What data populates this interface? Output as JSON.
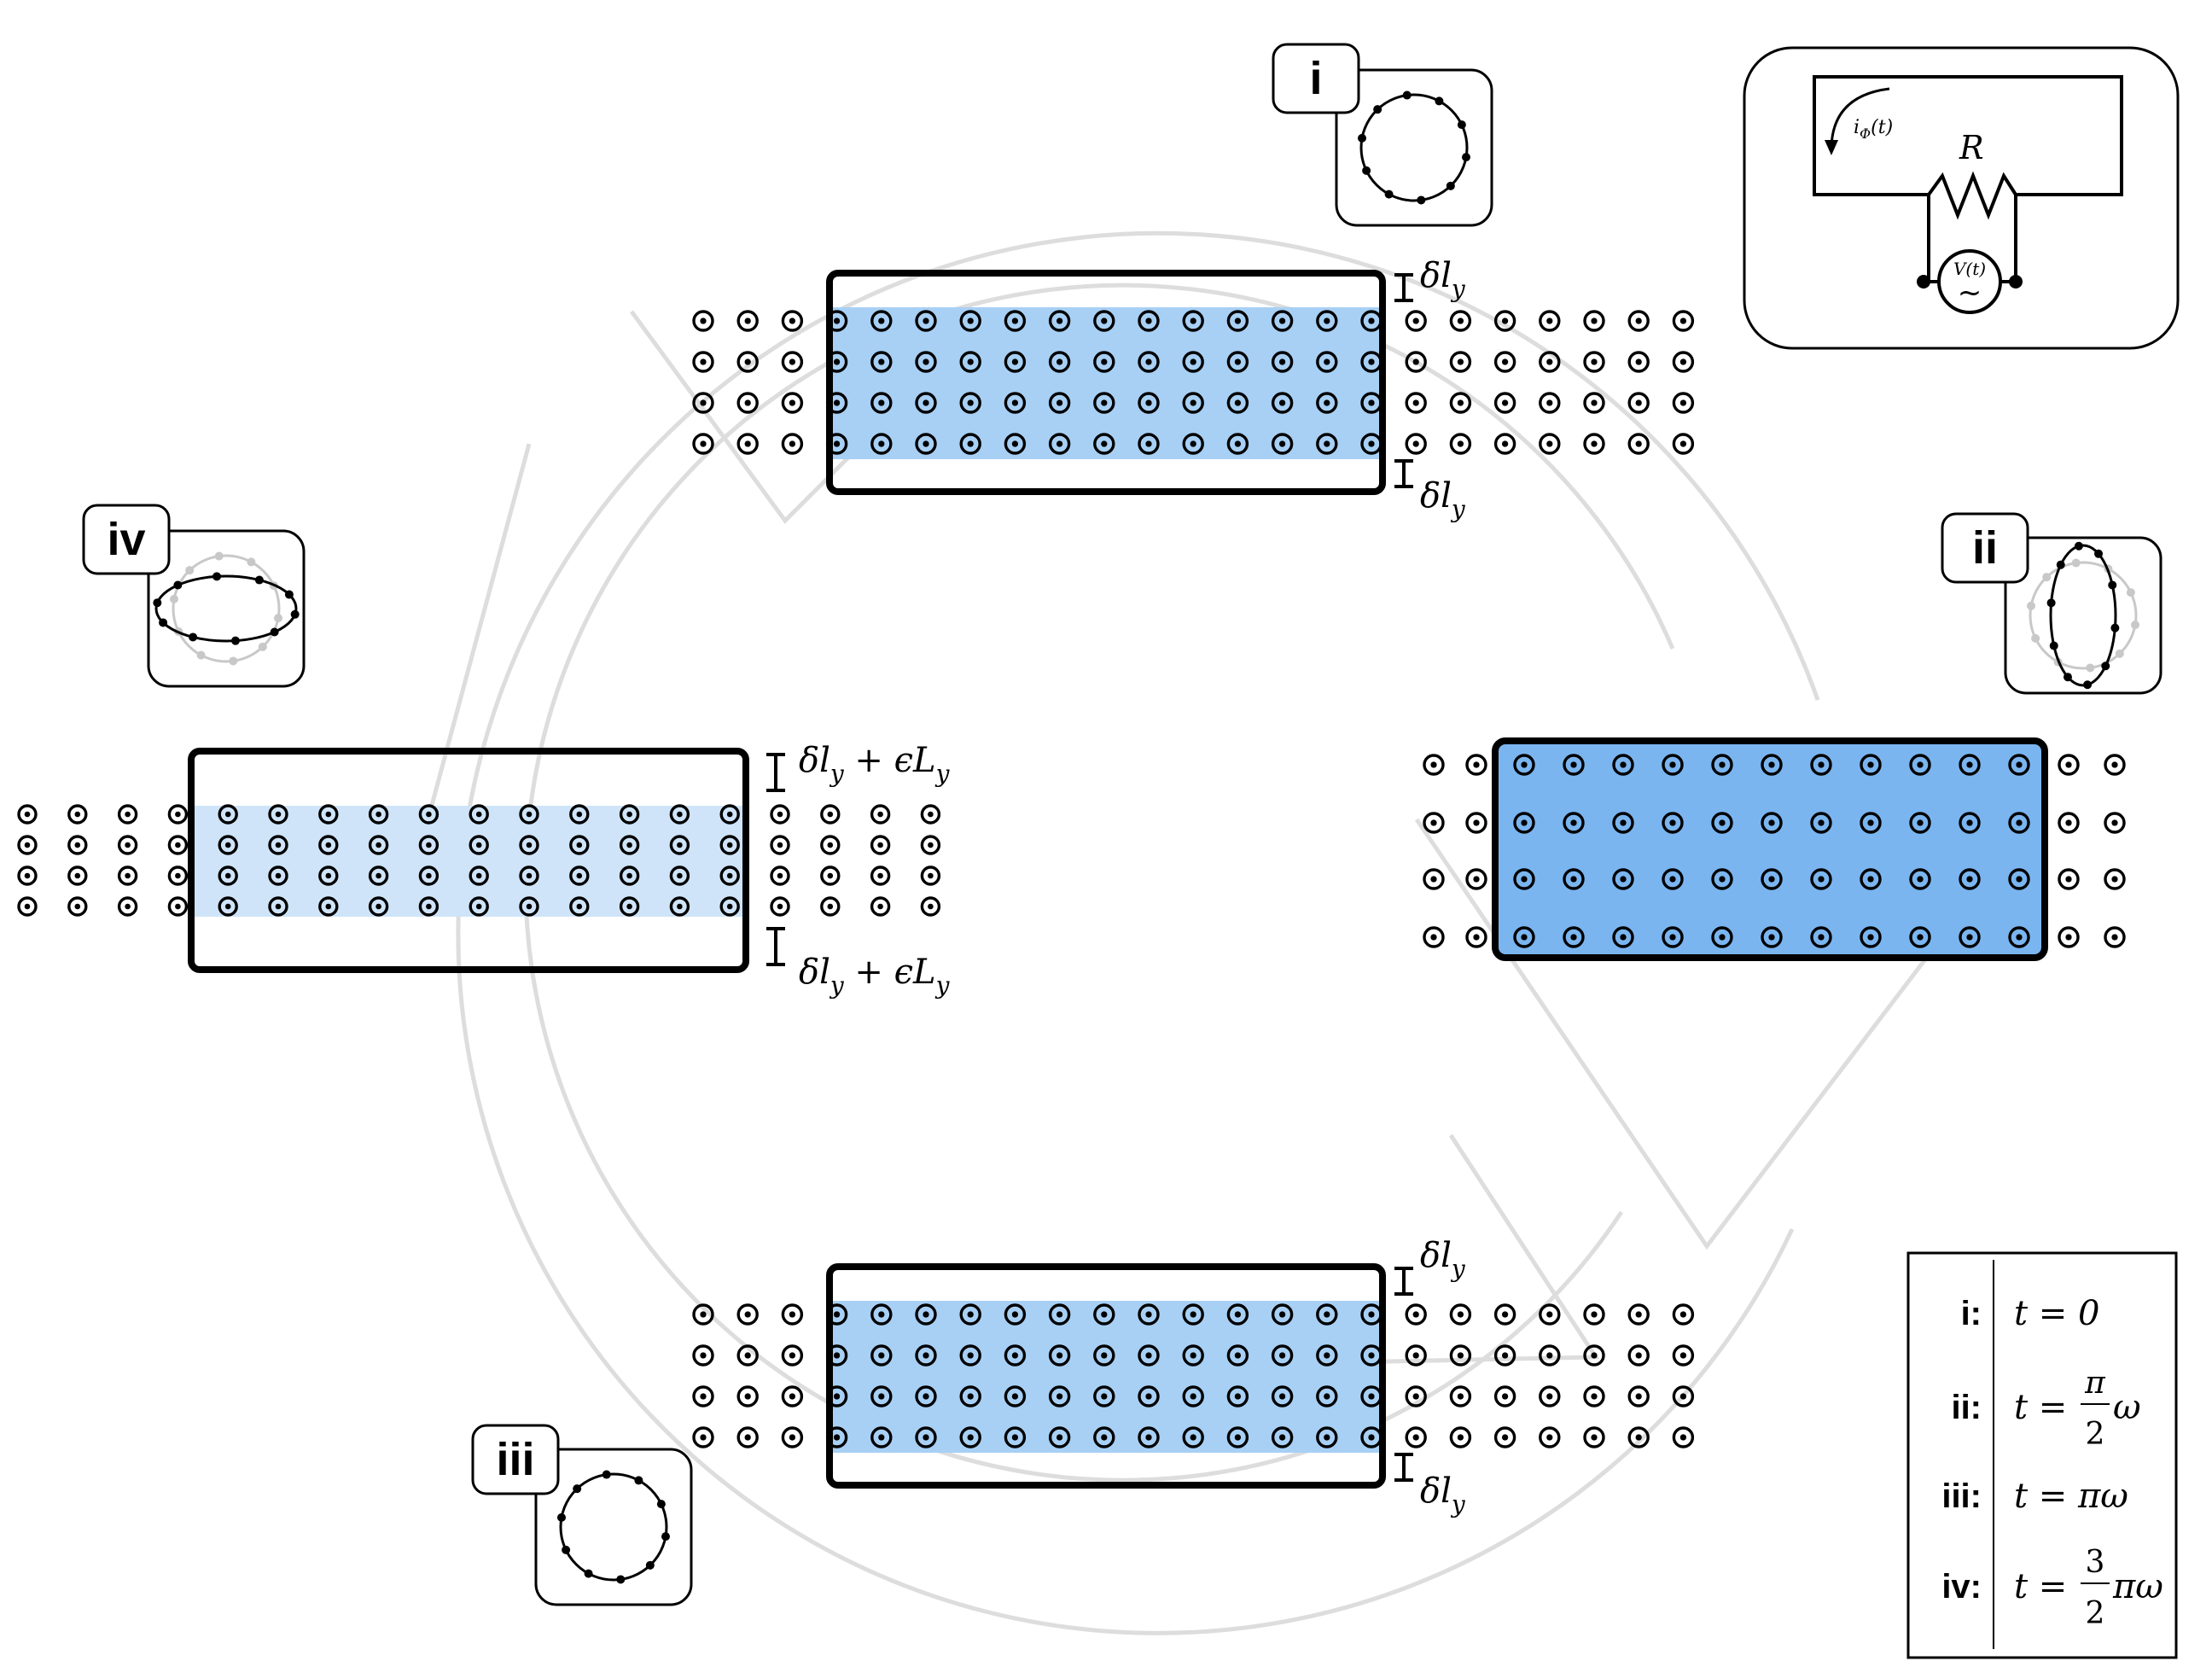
{
  "phases": [
    {
      "id": "i",
      "label": "i",
      "gap_top": "δl",
      "gap_bottom": "δl",
      "subscript": "y"
    },
    {
      "id": "ii",
      "label": "ii"
    },
    {
      "id": "iii",
      "label": "iii",
      "gap_top": "δl",
      "gap_bottom": "δl",
      "subscript": "y"
    },
    {
      "id": "iv",
      "label": "iv",
      "gap_top": "δl",
      "gap_top_extra": " + ϵL",
      "gap_bottom": "δl",
      "gap_bottom_extra": " + ϵL",
      "subscript": "y"
    }
  ],
  "circuit": {
    "current_label": "i",
    "current_sub": "Φ",
    "current_arg": "(t)",
    "resistor_label": "R",
    "source_label": "V(t)",
    "source_symbol": "~"
  },
  "legend": {
    "rows": [
      {
        "key": "i:",
        "expr": "t = 0"
      },
      {
        "key": "ii:",
        "expr_prefix": "t = ",
        "frac_num": "π",
        "frac_den": "2",
        "expr_suffix": "ω"
      },
      {
        "key": "iii:",
        "expr": "t = πω"
      },
      {
        "key": "iv:",
        "expr_prefix": "t = ",
        "frac_num": "3",
        "frac_den": "2",
        "expr_suffix": "πω"
      }
    ]
  },
  "colors": {
    "fill_light": "#a8d0f5",
    "fill_pale": "#cfe4f8",
    "fill_strong": "#7ab5f0",
    "ring": "#dddddd",
    "stroke": "#000000",
    "faded": "#c8c8c8"
  }
}
